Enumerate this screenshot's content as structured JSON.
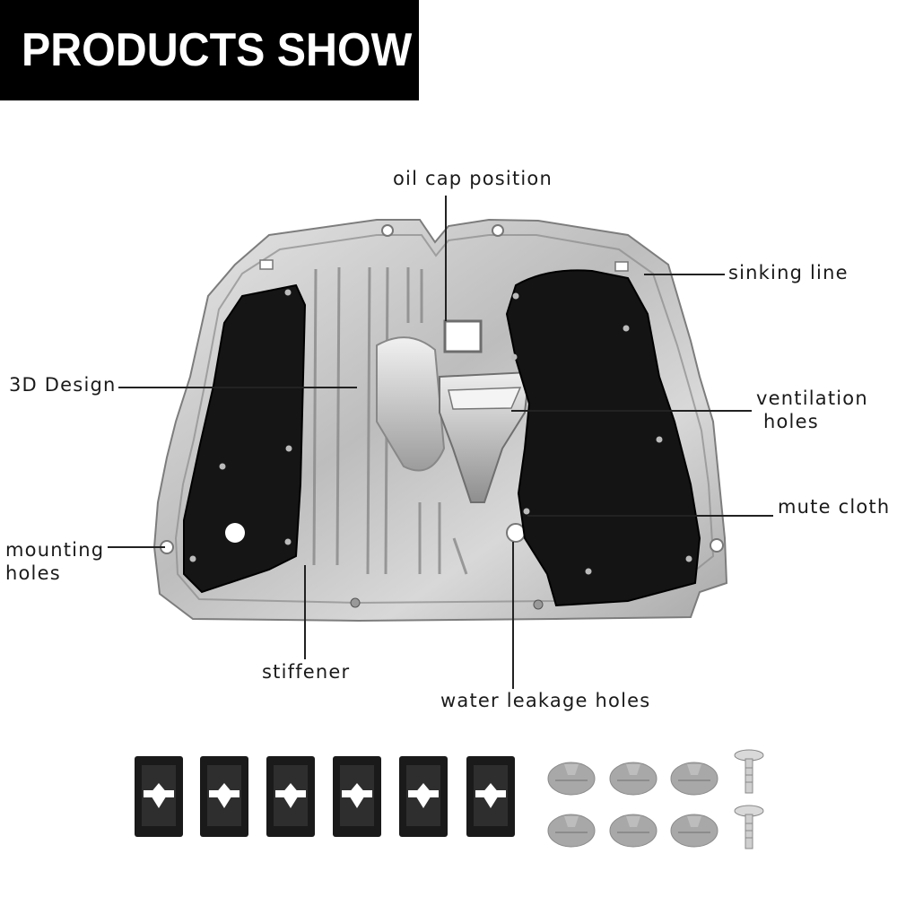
{
  "header": {
    "title": "PRODUCTS SHOW"
  },
  "labels": {
    "oil_cap_position": "oil cap position",
    "sinking_line": "sinking line",
    "design_3d": "3D Design",
    "ventilation_holes_line1": "ventilation",
    "ventilation_holes_line2": "holes",
    "mute_cloth": "mute cloth",
    "mounting_holes_line1": "mounting",
    "mounting_holes_line2": "holes",
    "stiffener": "stiffener",
    "water_leakage_holes": "water leakage holes"
  },
  "accessories": {
    "clip_nut_count": 6,
    "push_rivet_count": 6,
    "screw_count": 2
  },
  "colors": {
    "plate_metal": "#c9c9c9",
    "mute_cloth": "#141414",
    "header_bg": "#000000",
    "header_text": "#ffffff",
    "fastener_grey": "#a8a8a8"
  }
}
